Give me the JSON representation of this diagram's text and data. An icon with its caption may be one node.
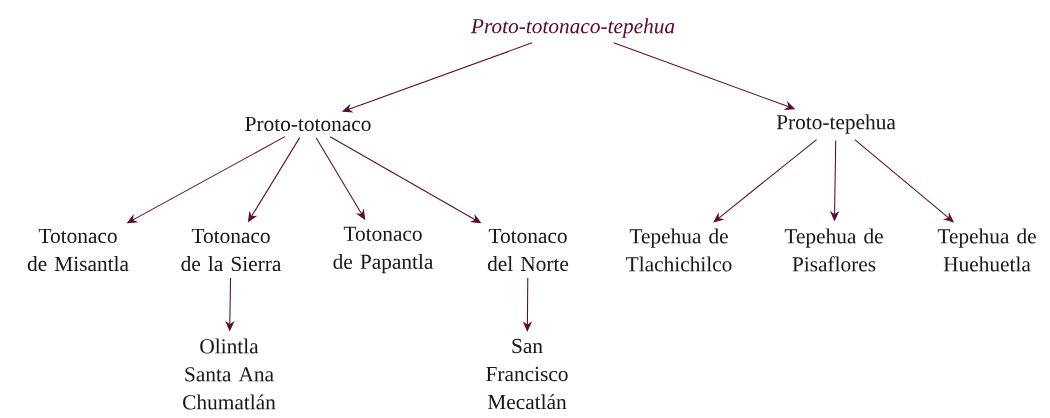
{
  "diagram": {
    "nodes": [
      {
        "text": [
          "Proto-totonaco-tepehua"
        ]
      },
      {
        "text": [
          "Proto-totonaco"
        ]
      },
      {
        "text": [
          "Proto-tepehua"
        ]
      },
      {
        "text": [
          "Totonaco de Misantla"
        ]
      },
      {
        "text": [
          "Totonaco de la Sierra"
        ]
      },
      {
        "text": [
          "Totonaco de Papantla"
        ]
      },
      {
        "text": [
          "Totonaco del Norte"
        ]
      },
      {
        "text": [
          "Tepehua de Tlachichilco"
        ]
      },
      {
        "text": [
          "Tepehua de Pisaflores"
        ]
      },
      {
        "text": [
          "Tepehua de Huehuetla"
        ]
      },
      {
        "text": [
          "Olintla Santa Ana Chumatlán"
        ]
      },
      {
        "text": [
          "San Francisco Mecatlán"
        ]
      }
    ],
    "edges": [
      {
        "from": 0,
        "to": 1,
        "arrow": "to"
      },
      {
        "from": 0,
        "to": 2,
        "arrow": "to"
      },
      {
        "from": 1,
        "to": 3,
        "arrow": "to"
      },
      {
        "from": 1,
        "to": 4,
        "arrow": "to"
      },
      {
        "from": 1,
        "to": 5,
        "arrow": "to"
      },
      {
        "from": 1,
        "to": 6,
        "arrow": "to"
      },
      {
        "from": 2,
        "to": 7,
        "arrow": "to"
      },
      {
        "from": 2,
        "to": 8,
        "arrow": "to"
      },
      {
        "from": 2,
        "to": 9,
        "arrow": "to"
      },
      {
        "from": 4,
        "to": 10,
        "arrow": "to"
      },
      {
        "from": 6,
        "to": 11,
        "arrow": "to"
      }
    ]
  }
}
